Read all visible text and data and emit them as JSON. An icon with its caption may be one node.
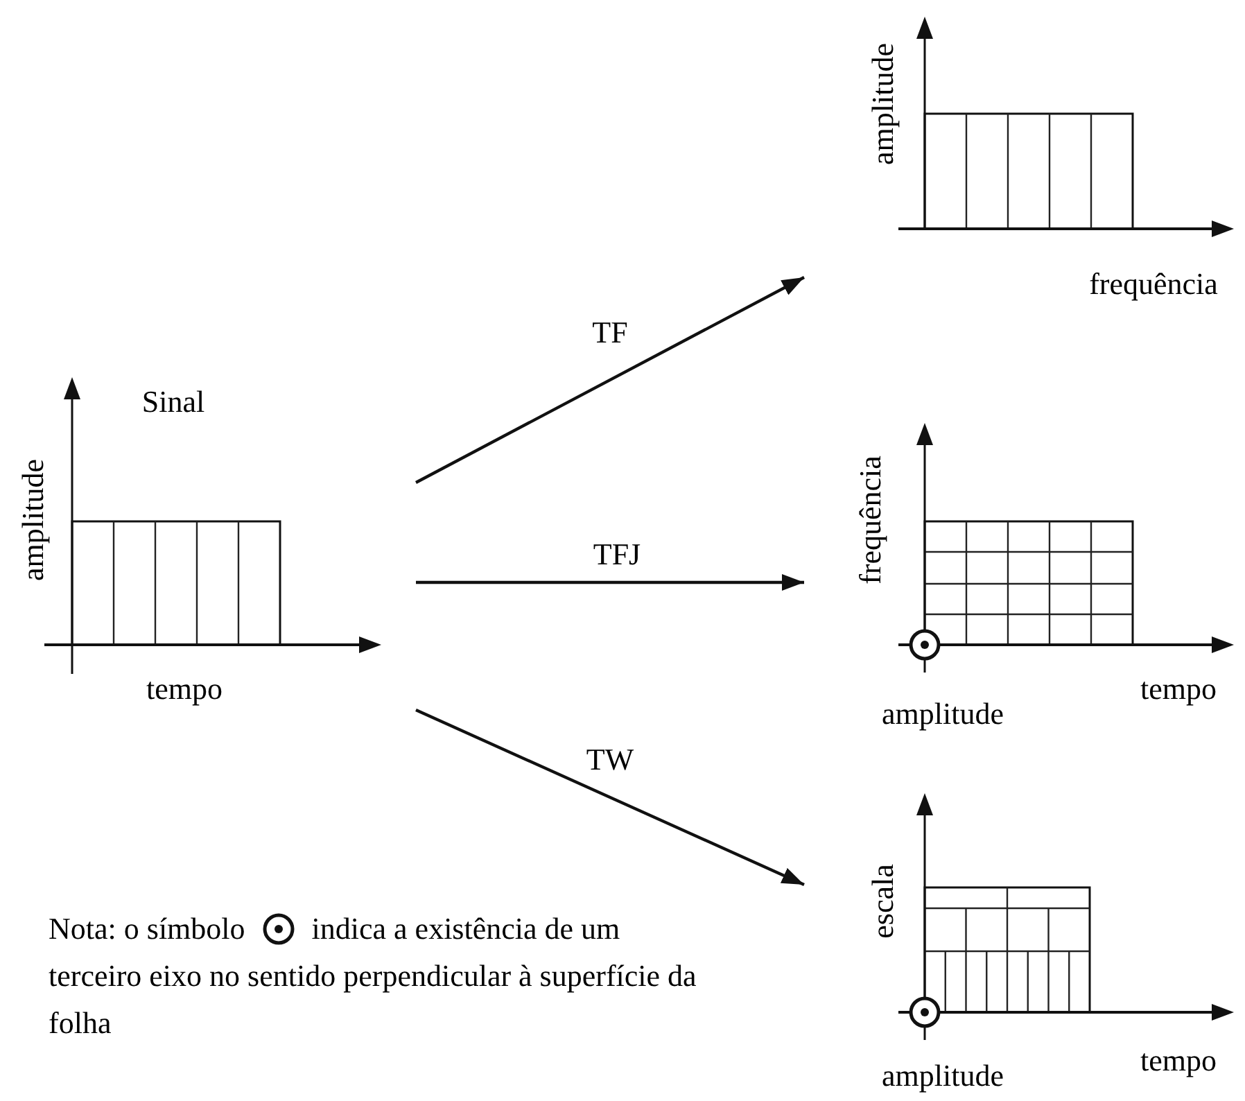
{
  "diagram": {
    "nodes": [
      {
        "text": [
          "Sinal",
          "amplitude",
          "tempo"
        ]
      },
      {
        "text": [
          "amplitude",
          "frequência"
        ]
      },
      {
        "text": [
          "frequência",
          "tempo",
          "amplitude"
        ]
      },
      {
        "text": [
          "escala",
          "tempo",
          "amplitude"
        ]
      }
    ],
    "edges": [
      {
        "from": 0,
        "to": 1,
        "arrow": "to",
        "label": "TF"
      },
      {
        "from": 0,
        "to": 2,
        "arrow": "to",
        "label": "TFJ"
      },
      {
        "from": 0,
        "to": 3,
        "arrow": "to",
        "label": "TW"
      }
    ],
    "labels": [
      "Nota: o símbolo",
      "indica a existência de um terceiro eixo no sentido perpendicular à superfície da folha"
    ]
  }
}
